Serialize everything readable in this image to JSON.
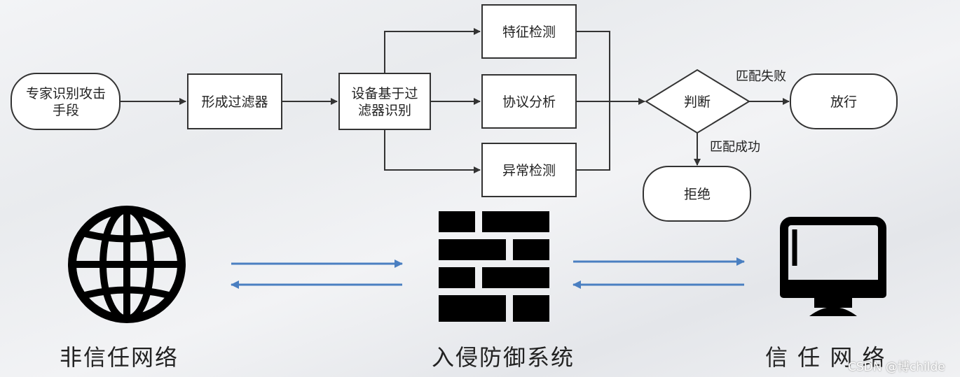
{
  "flowchart": {
    "start": {
      "line1": "专家识别攻击",
      "line2": "手段"
    },
    "filter": "形成过滤器",
    "device": {
      "line1": "设备基于过",
      "line2": "滤器识别"
    },
    "feature_detect": "特征检测",
    "protocol_analysis": "协议分析",
    "anomaly_detect": "异常检测",
    "decision": "判断",
    "pass": "放行",
    "reject": "拒绝",
    "match_fail_label": "匹配失败",
    "match_success_label": "匹配成功"
  },
  "network": {
    "untrusted_label": "非信任网络",
    "ips_label": "入侵防御系统",
    "trusted_label": "信 任 网 络",
    "arrow_color": "#4a7fc1",
    "icons": [
      "globe-icon",
      "firewall-icon",
      "monitor-icon"
    ]
  },
  "watermark": "CSDN @博childe"
}
